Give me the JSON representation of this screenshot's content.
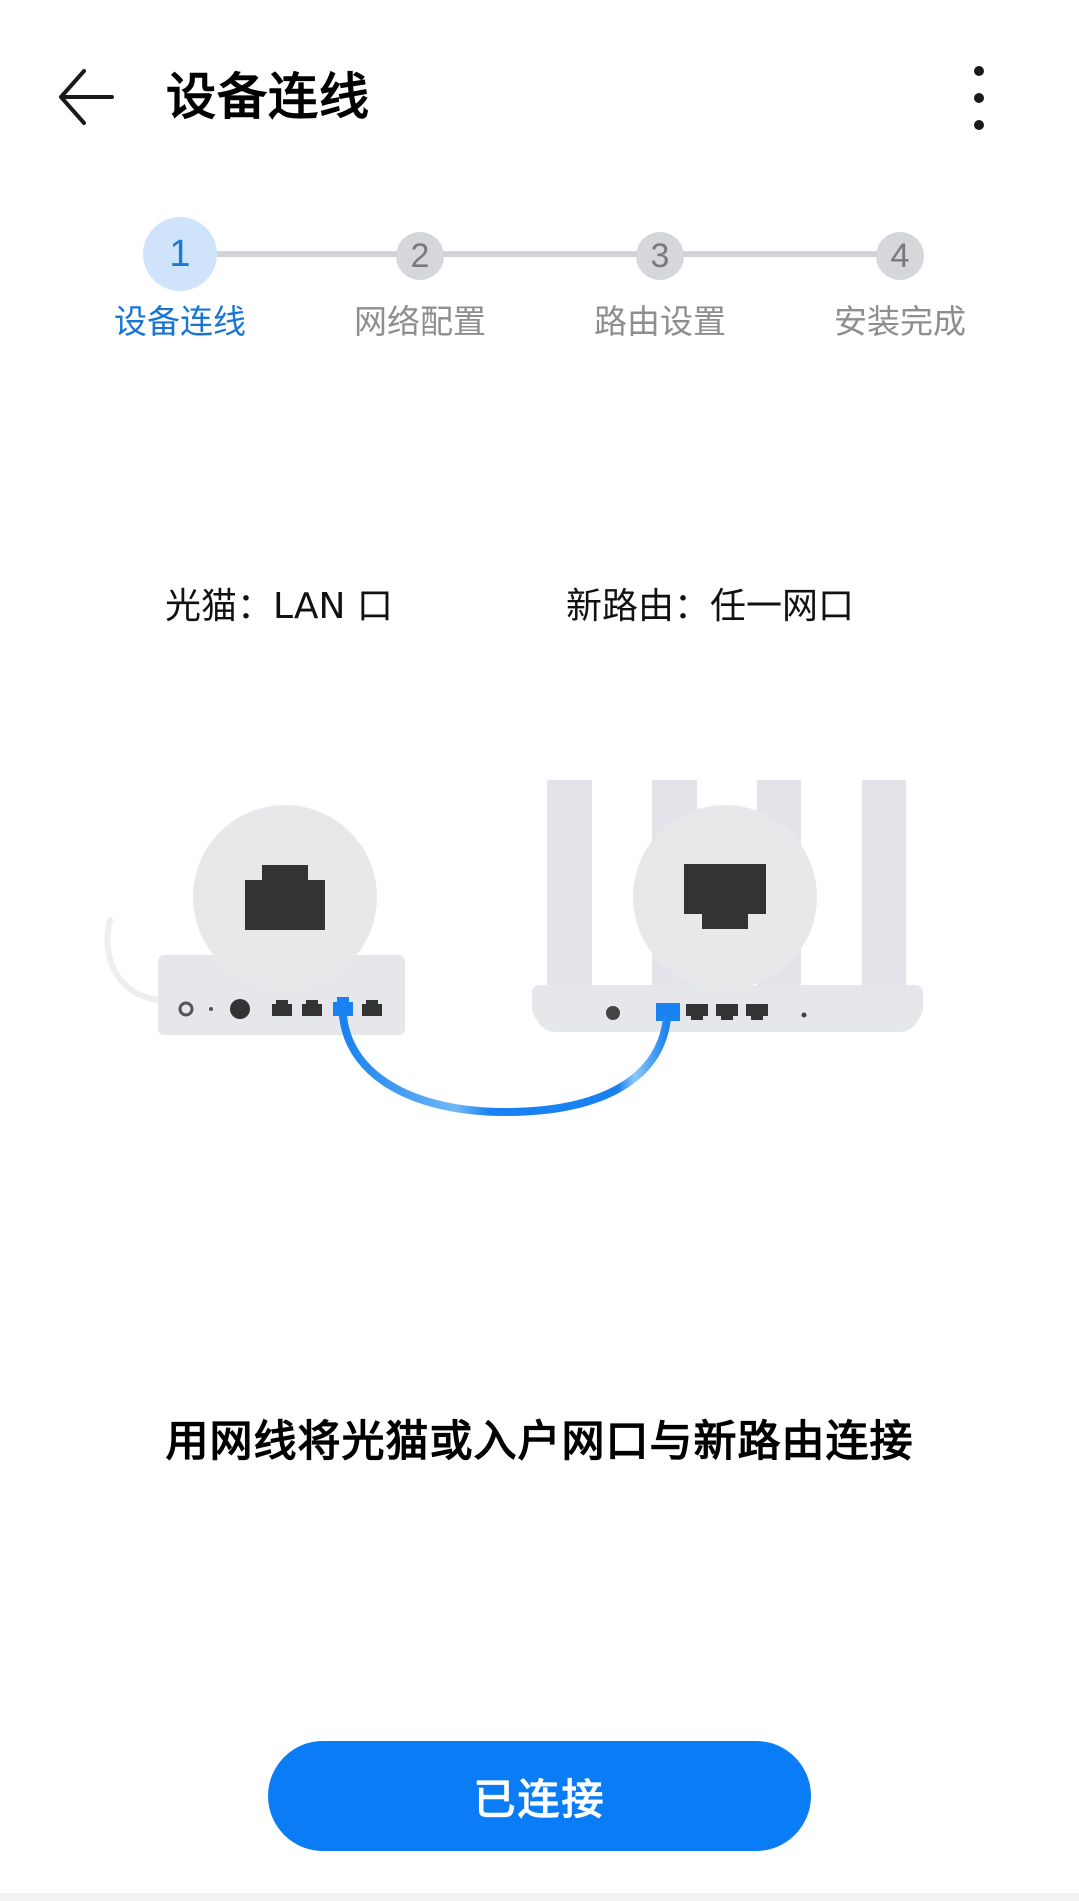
{
  "header": {
    "title": "设备连线",
    "back_icon": "arrow-left-icon",
    "more_icon": "more-vertical-icon"
  },
  "stepper": {
    "current_step": 1,
    "steps": [
      {
        "number": "1",
        "label": "设备连线",
        "state": "active"
      },
      {
        "number": "2",
        "label": "网络配置",
        "state": "inactive"
      },
      {
        "number": "3",
        "label": "路由设置",
        "state": "inactive"
      },
      {
        "number": "4",
        "label": "安装完成",
        "state": "inactive"
      }
    ]
  },
  "illustration": {
    "modem_label": "光猫：LAN 口",
    "router_label": "新路由：任一网口",
    "cable_color": "#1a82f0",
    "device_color": "#e4e5e9",
    "port_color": "#333333"
  },
  "instruction": "用网线将光猫或入户网口与新路由连接",
  "primary_button": {
    "label": "已连接",
    "color": "#0a7cf6"
  },
  "colors": {
    "accent": "#1876d2",
    "active_step_bg": "#cfe4fb",
    "inactive_step_bg": "#d6d7da",
    "inactive_text": "#8e8e90"
  }
}
